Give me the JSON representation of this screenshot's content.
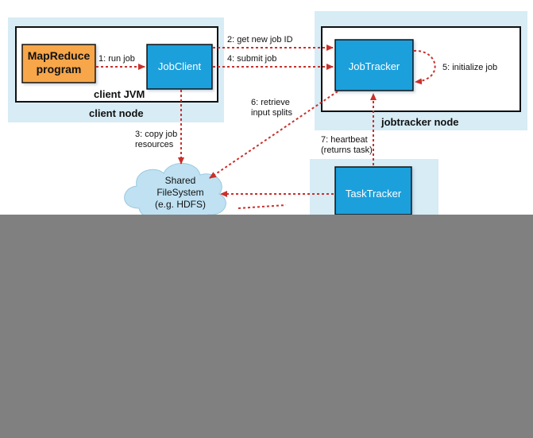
{
  "colors": {
    "node_bg": "#d7ecf5",
    "jvm_bg": "#ffffff",
    "program_fill": "#f7a64a",
    "component_fill": "#1ea0dc",
    "arrow": "#c9302c",
    "cover": "#808080"
  },
  "program": {
    "line1": "MapReduce",
    "line2": "program"
  },
  "jobclient": {
    "label": "JobClient"
  },
  "client_jvm": {
    "label": "client JVM"
  },
  "client_node": {
    "label": "client node"
  },
  "jobtracker": {
    "label": "JobTracker"
  },
  "jobtracker_node": {
    "label": "jobtracker node"
  },
  "tasktracker": {
    "label": "TaskTracker"
  },
  "shared_fs": {
    "line1": "Shared",
    "line2": "FileSystem",
    "line3": "(e.g. HDFS)"
  },
  "steps": {
    "s1": "1: run job",
    "s2": "2: get new job ID",
    "s3_line1": "3: copy job",
    "s3_line2": "resources",
    "s4": "4: submit job",
    "s5": "5: initialize job",
    "s6_line1": "6: retrieve",
    "s6_line2": "input splits",
    "s7_line1": "7: heartbeat",
    "s7_line2": "(returns task)"
  }
}
